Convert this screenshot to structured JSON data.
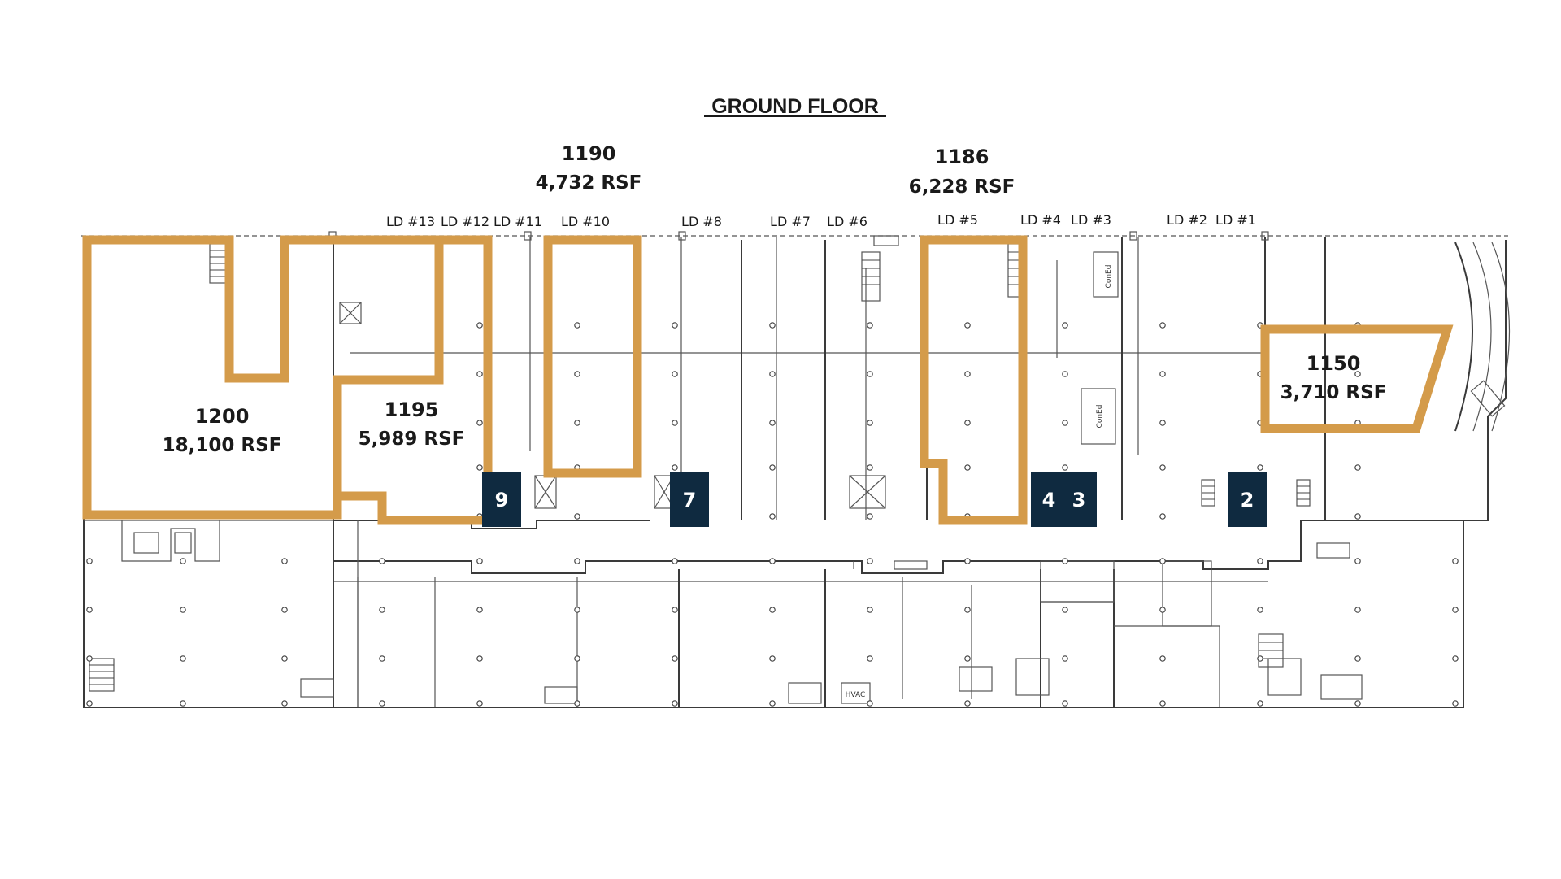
{
  "title": "GROUND FLOOR",
  "colors": {
    "suite_outline": "#D49B4A",
    "door_badge": "#0F2A40",
    "wall": "#3a3a3a"
  },
  "suites": [
    {
      "id": "1200",
      "number": "1200",
      "area": "18,100 RSF"
    },
    {
      "id": "1195",
      "number": "1195",
      "area": "5,989 RSF"
    },
    {
      "id": "1190",
      "number": "1190",
      "area": "4,732 RSF"
    },
    {
      "id": "1186",
      "number": "1186",
      "area": "6,228 RSF"
    },
    {
      "id": "1150",
      "number": "1150",
      "area": "3,710 RSF"
    }
  ],
  "loading_docks": [
    "LD #13",
    "LD #12",
    "LD #11",
    "LD #10",
    "LD #8",
    "LD #7",
    "LD #6",
    "LD #5",
    "LD #4",
    "LD #3",
    "LD #2",
    "LD #1"
  ],
  "door_badges": [
    "9",
    "7",
    "4",
    "3",
    "2"
  ],
  "room_tags": [
    "ConEd",
    "ConEd",
    "HVAC"
  ]
}
